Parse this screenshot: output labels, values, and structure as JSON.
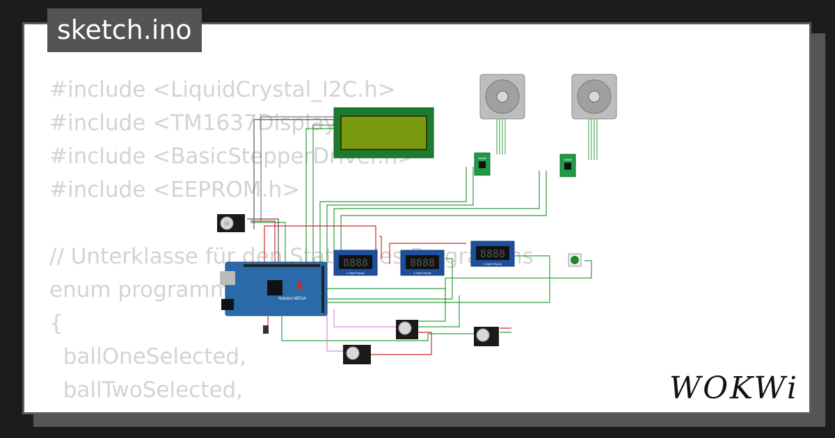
{
  "filename": "sketch.ino",
  "code_lines": [
    "#include <LiquidCrystal_I2C.h>",
    "#include <TM1637Display.h>",
    "#include <BasicStepperDriver.h>",
    "#include <EEPROM.h>",
    "",
    "// Unterklasse für den Status des Programms",
    "enum programmStatus {",
    "{",
    "  ballOneSelected,",
    "  ballTwoSelected,"
  ],
  "components": {
    "arduino_label": "Arduino MEGA",
    "display_label": "4-Digit Display",
    "driver_label": "A4988"
  },
  "brand": "WOKWi",
  "colors": {
    "lcd_green": "#7a9a10",
    "board_blue": "#2a6aa8",
    "wire_green": "#2e9e3a",
    "wire_red": "#d0282d"
  }
}
